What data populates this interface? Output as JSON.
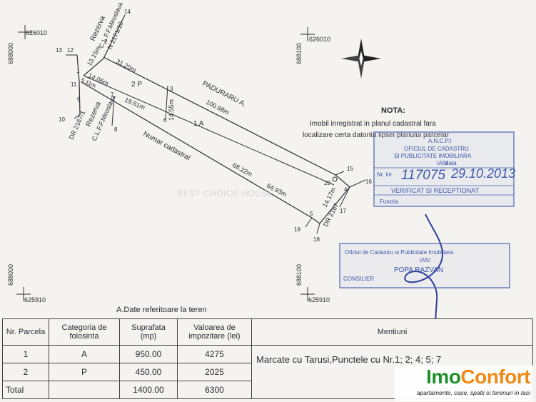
{
  "coords": {
    "tl_east": "626010",
    "tl_north": "688000",
    "tr_east": "626010",
    "tr_north": "688100",
    "bl_east": "625910",
    "bl_north": "688000",
    "br_east": "625910",
    "br_north": "688100"
  },
  "points": [
    "1",
    "2",
    "3",
    "4",
    "5",
    "6",
    "7",
    "8",
    "9",
    "10",
    "11",
    "12",
    "13",
    "14",
    "15",
    "16",
    "17",
    "18",
    "19",
    "20"
  ],
  "dimensions": {
    "d1": "13.15m",
    "d2": "31.20m",
    "d3": "100.88m",
    "d4": "14.06m",
    "d5": "5.11m",
    "d6": "19.61m",
    "d7": "14.55m",
    "d8": "68.22m",
    "d9": "64.93m",
    "d10": "14.17m"
  },
  "labels": {
    "rezerva_top": "Rezerva",
    "clf_top": "C.L.F.F.Miroslava",
    "nr_top": "N 2171/10",
    "rezerva_left": "Rezerva",
    "clf_left": "C.L.F.F.Miroslava",
    "dr_left": "DR 2167/1",
    "dr_right": "DR 2167",
    "padurau": "PADURARU A.",
    "numar_cadastral": "Numar cadastral",
    "parcel_2p": "2 P",
    "parcel_1a": "1 A",
    "n3": "3"
  },
  "nota": {
    "title": "NOTA:",
    "line1": "Imobil inregistrat in planul cadastral fara",
    "line2": "localizare certa datorita lipsei planului parcelar"
  },
  "stamp1": {
    "line1": "A.N.C.P.I",
    "line2": "OFICIUL DE CADASTRU",
    "line3": "SI PUBLICITATE IMOBILIARA",
    "line4": "IASI",
    "nr_label": "Nr. inr",
    "data_label": "data",
    "handwritten_nr": "117075",
    "handwritten_date": "29.10.2013",
    "verified": "VERIFICAT SI RECEPTIONAT",
    "functia": "Functia"
  },
  "stamp2": {
    "line1": "Oficiul de Cadastru si Publicitate Imobiliara",
    "line2": "IASI",
    "name": "POPA RAZVAN",
    "role": "CONSILIER"
  },
  "watermark": "BEST CHOICE HOUSE",
  "table": {
    "caption": "A.Date referitoare la teren",
    "headers": {
      "nr": "Nr. Parcela",
      "categoria": "Categoria de folosinta",
      "suprafata": "Suprafata (mp)",
      "valoarea": "Valoarea de impozitare (lei)",
      "mentiuni": "Mentiuni"
    },
    "rows": [
      {
        "nr": "1",
        "categoria": "A",
        "suprafata": "950.00",
        "valoarea": "4275"
      },
      {
        "nr": "2",
        "categoria": "P",
        "suprafata": "450.00",
        "valoarea": "2025"
      }
    ],
    "total": {
      "label": "Total",
      "suprafata": "1400.00",
      "valoarea": "6300"
    },
    "mentiuni_text": "Marcate cu Tarusi,Punctele cu Nr.1; 2; 4; 5; 7"
  },
  "brand": {
    "imo": "Imo",
    "confort": "Confort",
    "tagline": "apartamente, case, spatii si terenuri in Iasi"
  },
  "colors": {
    "ink": "#2b2b33",
    "stamp": "#3d55a8",
    "brand_green": "#1f8f2e",
    "brand_orange": "#f08a16"
  }
}
